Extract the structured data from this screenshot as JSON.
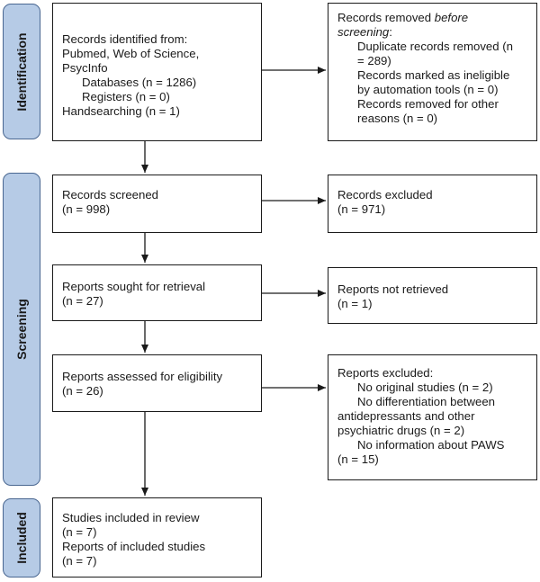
{
  "phases": {
    "identification": "Identification",
    "screening": "Screening",
    "included": "Included"
  },
  "boxes": {
    "records_identified": [
      "Records identified from:",
      "Pubmed, Web of Science,",
      "PsycInfo",
      "Databases (n = 1286)",
      "Registers (n = 0)",
      "Handsearching (n = 1)"
    ],
    "records_removed": {
      "title_a": "Records removed ",
      "title_b": "before",
      "title_c": "screening",
      "title_d": ":",
      "lines": [
        "Duplicate records removed (n",
        "= 289)",
        "Records marked as ineligible",
        "by automation tools (n = 0)",
        "Records removed for other",
        "reasons (n = 0)"
      ]
    },
    "records_screened": [
      "Records screened",
      "(n = 998)"
    ],
    "records_excluded": [
      "Records excluded",
      "(n = 971)"
    ],
    "reports_sought": [
      "Reports sought for retrieval",
      "(n = 27)"
    ],
    "reports_not_retrieved": [
      "Reports not retrieved",
      "(n = 1)"
    ],
    "reports_assessed": [
      "Reports assessed for eligibility",
      "(n = 26)"
    ],
    "reports_excluded": [
      "Reports excluded:",
      "No original studies (n = 2)",
      "No differentiation between",
      "antidepressants and other",
      "psychiatric drugs (n = 2)",
      "No information about PAWS",
      "(n = 15)"
    ],
    "studies_included": [
      "Studies included in review",
      "(n = 7)",
      "Reports of included studies",
      "(n = 7)"
    ]
  }
}
